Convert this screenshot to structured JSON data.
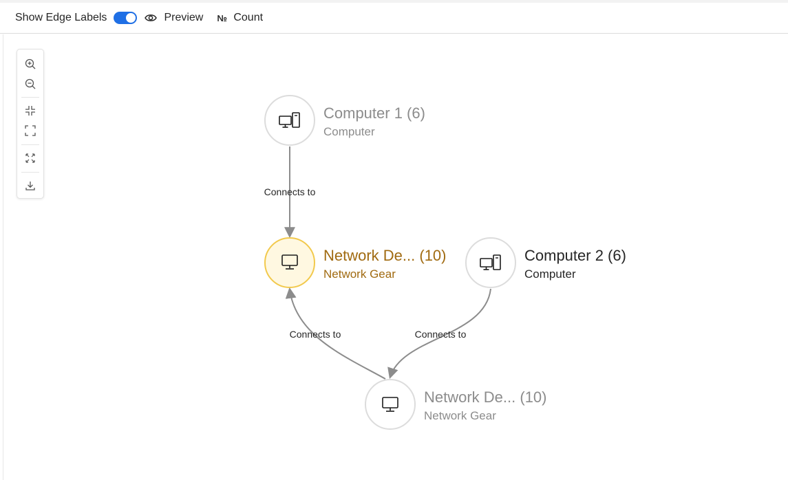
{
  "toolbar": {
    "show_edge_labels": "Show Edge Labels",
    "show_edge_labels_on": true,
    "preview": "Preview",
    "count_symbol": "№",
    "count": "Count"
  },
  "colors": {
    "accent": "#1f6fe5",
    "selected_fill": "#fff8e1",
    "selected_stroke": "#f2c94c",
    "selected_text": "#a06a10",
    "dim_text": "#8c8c8c",
    "normal_text": "#262626",
    "edge": "#8c8c8c"
  },
  "graph": {
    "nodes": [
      {
        "id": "computer1",
        "title": "Computer 1 (6)",
        "subtitle": "Computer",
        "icon": "computer-tower-icon",
        "state": "dimmed"
      },
      {
        "id": "network1",
        "title": "Network De... (10)",
        "subtitle": "Network Gear",
        "icon": "monitor-icon",
        "state": "selected"
      },
      {
        "id": "computer2",
        "title": "Computer 2 (6)",
        "subtitle": "Computer",
        "icon": "computer-tower-icon",
        "state": "normal"
      },
      {
        "id": "network2",
        "title": "Network De... (10)",
        "subtitle": "Network Gear",
        "icon": "monitor-icon",
        "state": "dimmed"
      }
    ],
    "edges": [
      {
        "from": "computer1",
        "to": "network1",
        "label": "Connects to"
      },
      {
        "from": "network2",
        "to": "network1",
        "label": "Connects to"
      },
      {
        "from": "computer2",
        "to": "network2",
        "label": "Connects to"
      }
    ]
  },
  "controls": [
    {
      "icon": "zoom-in-icon"
    },
    {
      "icon": "zoom-out-icon"
    },
    {
      "icon": "fit-view-icon"
    },
    {
      "icon": "fullscreen-icon"
    },
    {
      "icon": "auto-layout-icon"
    },
    {
      "icon": "download-icon"
    }
  ]
}
